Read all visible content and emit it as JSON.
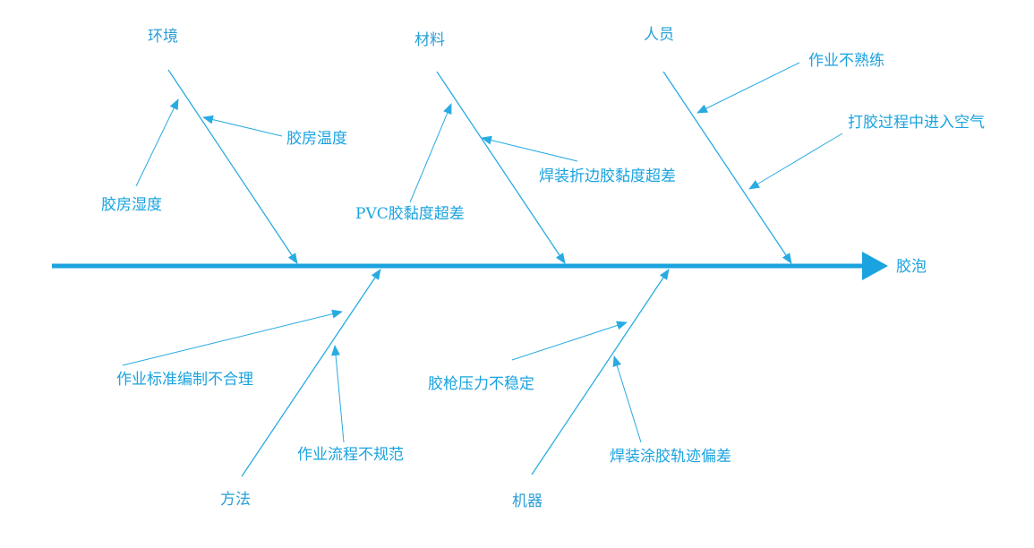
{
  "colors": {
    "line": "#29abe2",
    "text": "#1aa3df"
  },
  "effect": "胶泡",
  "categories": {
    "environment": {
      "name": "环境",
      "causes": [
        "胶房温度",
        "胶房湿度"
      ]
    },
    "material": {
      "name": "材料",
      "causes": [
        "焊装折边胶黏度超差",
        "PVC胶黏度超差"
      ]
    },
    "people": {
      "name": "人员",
      "causes": [
        "作业不熟练",
        "打胶过程中进入空气"
      ]
    },
    "method": {
      "name": "方法",
      "causes": [
        "作业标准编制不合理",
        "作业流程不规范"
      ]
    },
    "machine": {
      "name": "机器",
      "causes": [
        "胶枪压力不稳定",
        "焊装涂胶轨迹偏差"
      ]
    }
  }
}
